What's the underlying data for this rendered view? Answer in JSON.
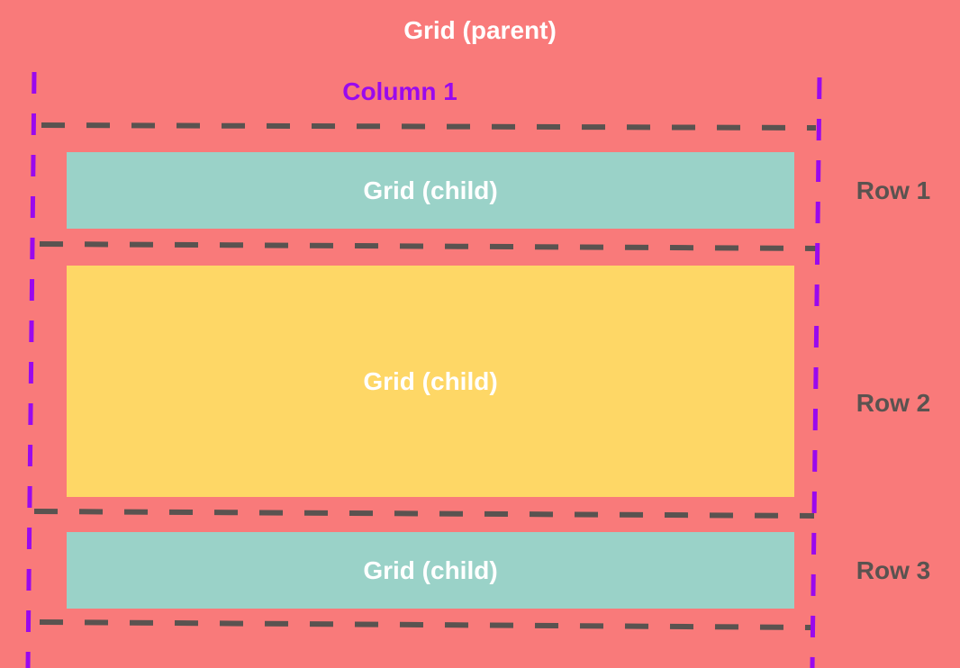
{
  "colors": {
    "background": "#F97A7A",
    "child_teal": "#9AD2C8",
    "child_yellow": "#FED766",
    "row_line": "#5A5350",
    "column_line": "#9A09EE",
    "text_white": "#FFFFFF",
    "text_row": "#5A5350",
    "text_column": "#9A09EE"
  },
  "parent": {
    "label": "Grid (parent)"
  },
  "column": {
    "label": "Column 1"
  },
  "children": [
    {
      "label": "Grid (child)"
    },
    {
      "label": "Grid (child)"
    },
    {
      "label": "Grid (child)"
    }
  ],
  "rows": [
    {
      "label": "Row 1"
    },
    {
      "label": "Row 2"
    },
    {
      "label": "Row 3"
    }
  ]
}
